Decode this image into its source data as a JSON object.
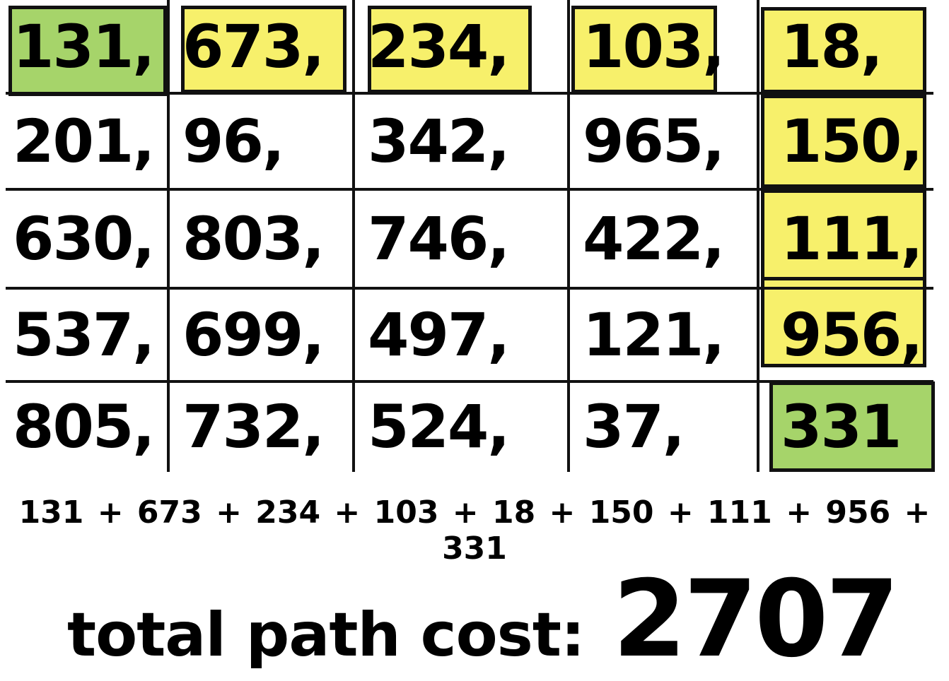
{
  "matrix": [
    [
      "131,",
      "673,",
      "234,",
      "103,",
      "18,"
    ],
    [
      "201,",
      "96,",
      "342,",
      "965,",
      "150,"
    ],
    [
      "630,",
      "803,",
      "746,",
      "422,",
      "111,"
    ],
    [
      "537,",
      "699,",
      "497,",
      "121,",
      "956,"
    ],
    [
      "805,",
      "732,",
      "524,",
      "37,",
      "331"
    ]
  ],
  "path_cells": [
    [
      0,
      0,
      "endpoint"
    ],
    [
      0,
      1,
      "path"
    ],
    [
      0,
      2,
      "path"
    ],
    [
      0,
      3,
      "path"
    ],
    [
      0,
      4,
      "path"
    ],
    [
      1,
      4,
      "path"
    ],
    [
      2,
      4,
      "path"
    ],
    [
      3,
      4,
      "path"
    ],
    [
      4,
      4,
      "endpoint"
    ]
  ],
  "colors": {
    "endpoint": "#a6d46a",
    "path": "#f7f06b",
    "ink": "#111111"
  },
  "sum_expression": "131 + 673 + 234 + 103 + 18 + 150 + 111 + 956 + 331",
  "total_label": "total path cost:",
  "total_value": "2707"
}
